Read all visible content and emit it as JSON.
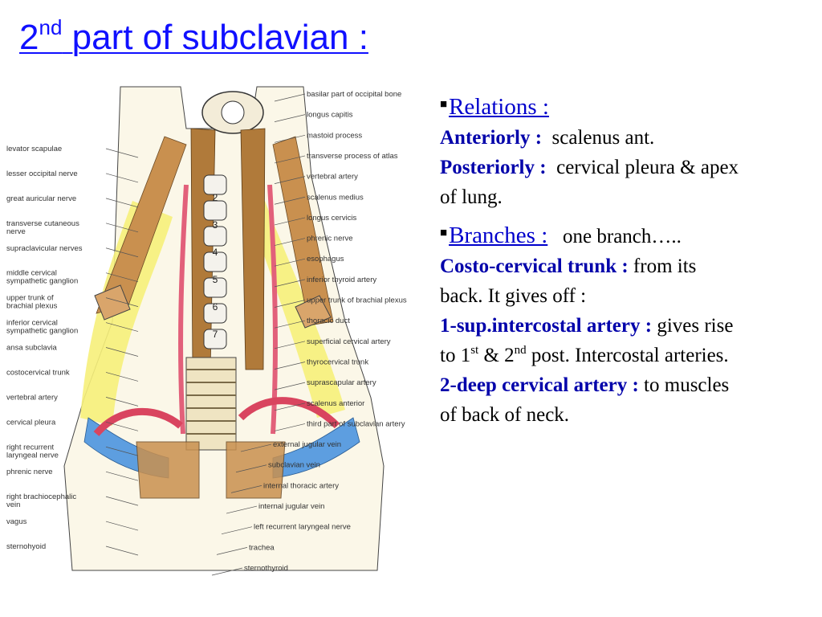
{
  "title": {
    "prefix": "2",
    "sup": "nd",
    "rest": " part  of subclavian :"
  },
  "figure": {
    "vertebra_numbers": [
      "2",
      "3",
      "4",
      "5",
      "6",
      "7"
    ],
    "labels_right": [
      "basilar part of occipital bone",
      "longus capitis",
      "mastoid process",
      "transverse process of atlas",
      "vertebral artery",
      "scalenus medius",
      "longus cervicis",
      "phrenic nerve",
      "esophagus",
      "inferior thyroid artery",
      "upper trunk of brachial plexus",
      "thoracic duct",
      "superficial cervical artery",
      "thyrocervical trunk",
      "suprascapular artery",
      "scalenus anterior",
      "third part of subclavian artery",
      "external jugular vein",
      "subclavian vein",
      "internal thoracic artery",
      "internal jugular vein",
      "left recurrent laryngeal nerve",
      "trachea",
      "sternothyroid"
    ],
    "labels_left": [
      "levator scapulae",
      "lesser occipital nerve",
      "great auricular nerve",
      "transverse cutaneous nerve",
      "supraclavicular nerves",
      "middle cervical sympathetic ganglion",
      "upper trunk of brachial plexus",
      "inferior cervical sympathetic ganglion",
      "ansa subclavia",
      "costocervical trunk",
      "vertebral artery",
      "cervical pleura",
      "right recurrent laryngeal nerve",
      "phrenic nerve",
      "right brachiocephalic vein",
      "vagus",
      "sternohyoid"
    ]
  },
  "relations": {
    "label": "Relations :",
    "ant_term": "Anteriorly :",
    "ant_text": "scalenus ant.",
    "post_term": "Posteriorly :",
    "post_text": "cervical pleura & apex",
    "post_text2": "of  lung."
  },
  "branches": {
    "label": "Branches :",
    "intro": "one branch…..",
    "trunk_term": "Costo-cervical  trunk :",
    "trunk_text": "from its",
    "trunk_text2": "back. It gives off  :",
    "a1_term": "1-sup.intercostal artery :",
    "a1_text": "gives rise",
    "a1_l2_a": "to 1",
    "a1_sup1": "st",
    "a1_l2_b": " & 2",
    "a1_sup2": "nd",
    "a1_l2_c": " post. Intercostal arteries.",
    "a2_term": "2-deep cervical artery :",
    "a2_text": "to muscles",
    "a2_text2": "of  back of  neck."
  }
}
